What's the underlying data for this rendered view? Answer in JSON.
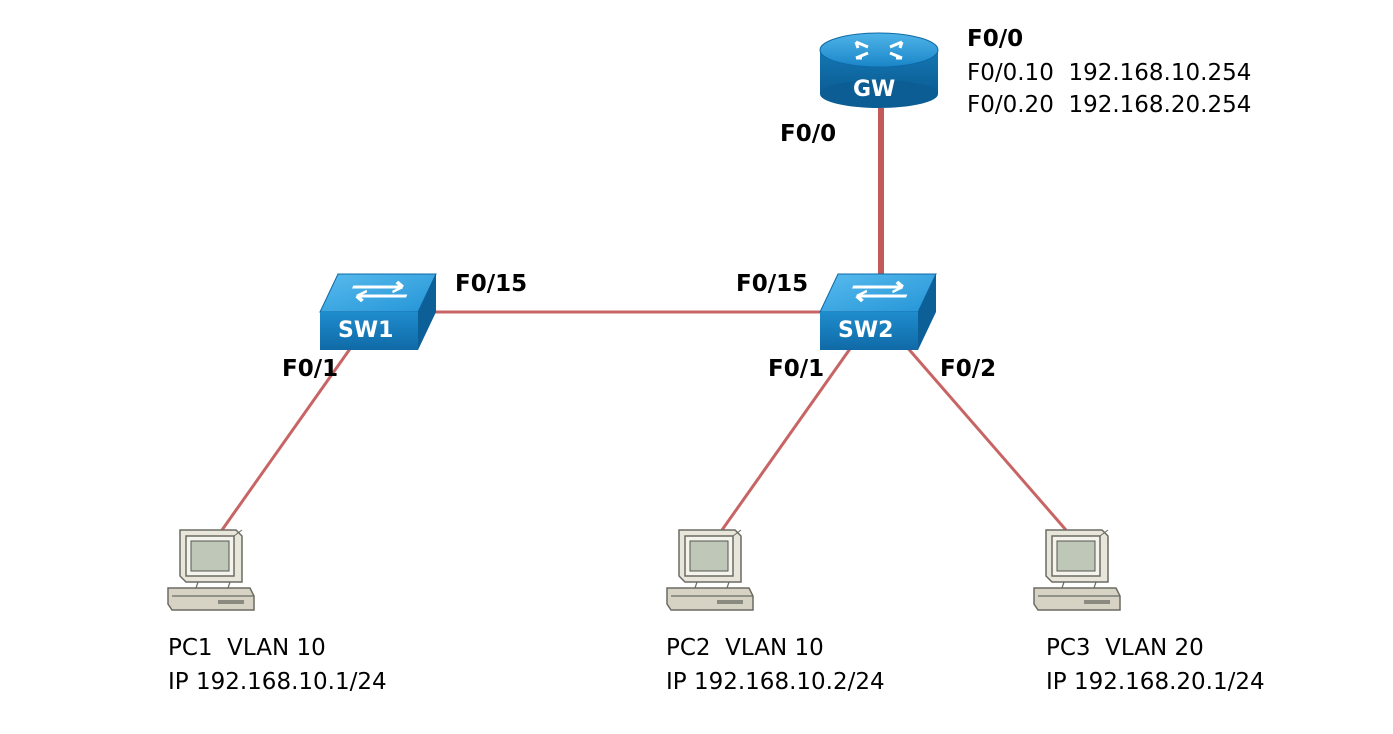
{
  "colors": {
    "link": "#c86464",
    "uplink": "#c25a5a",
    "device_blue": "#1d8fd0",
    "device_dark": "#0d6aa5",
    "pc_beige": "#d6d3c4"
  },
  "router": {
    "name": "GW",
    "icon": "router-icon",
    "header": "F0/0",
    "subif_10": "F0/0.10  192.168.10.254",
    "subif_20": "F0/0.20  192.168.20.254",
    "port_down": "F0/0"
  },
  "sw1": {
    "name": "SW1",
    "icon": "switch-icon",
    "port_trunk": "F0/15",
    "port_f01": "F0/1"
  },
  "sw2": {
    "name": "SW2",
    "icon": "switch-icon",
    "port_trunk": "F0/15",
    "port_f01": "F0/1",
    "port_f02": "F0/2"
  },
  "pc1": {
    "icon": "pc-icon",
    "line1": "PC1  VLAN 10",
    "line2": "IP 192.168.10.1/24"
  },
  "pc2": {
    "icon": "pc-icon",
    "line1": "PC2  VLAN 10",
    "line2": "IP 192.168.10.2/24"
  },
  "pc3": {
    "icon": "pc-icon",
    "line1": "PC3  VLAN 20",
    "line2": "IP 192.168.20.1/24"
  }
}
